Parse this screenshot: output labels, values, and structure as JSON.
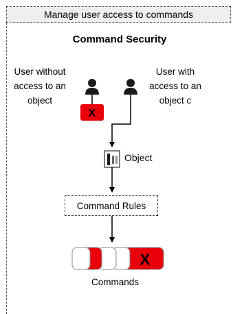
{
  "header": {
    "title": "Manage user access to commands"
  },
  "diagram": {
    "title": "Command Security",
    "user_without_label": "User without access to an object",
    "user_with_label": "User with access to an object c",
    "object_label": "Object",
    "rules_label": "Command Rules",
    "commands_label": "Commands",
    "deny_mark": "X",
    "colors": {
      "deny": "#e8000b",
      "border": "#555555",
      "header_bg": "#efefef"
    },
    "icons": [
      "user-icon",
      "user-icon",
      "object-icon",
      "arrow-icon"
    ]
  }
}
